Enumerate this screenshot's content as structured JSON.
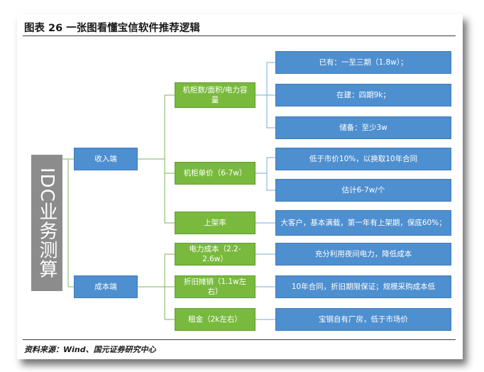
{
  "title": "图表 26 一张图看懂宝信软件推荐逻辑",
  "source": "资料来源：Wind、国元证券研究中心",
  "root": {
    "label": "IDC业务测算"
  },
  "branches": [
    {
      "label": "收入端",
      "children": [
        {
          "label": "机柜数/面积/电力容量",
          "leaves": [
            "已有：一至三期（1.8w）；",
            "在建：四期9k；",
            "储备：至少3w"
          ]
        },
        {
          "label": "机柜单价（6-7w）",
          "leaves": [
            "低于市价10%，以换取10年合同",
            "估计6-7w/个"
          ]
        },
        {
          "label": "上架率",
          "leaves": [
            "大客户，基本满载，第一年有上架期，保底60%；"
          ]
        }
      ]
    },
    {
      "label": "成本端",
      "children": [
        {
          "label": "电力成本（2.2-2.6w）",
          "leaves": [
            "充分利用夜间电力，降低成本"
          ]
        },
        {
          "label": "折旧摊销（1.1w左右）",
          "leaves": [
            "10年合同，折旧期限保证；规模采购成本低"
          ]
        },
        {
          "label": "租金（2k左右）",
          "leaves": [
            "宝钢自有厂房，低于市场价"
          ]
        }
      ]
    }
  ],
  "colors": {
    "blue": "#4e8fd0",
    "green": "#79ba3e",
    "gray": "#8c8c8c"
  }
}
